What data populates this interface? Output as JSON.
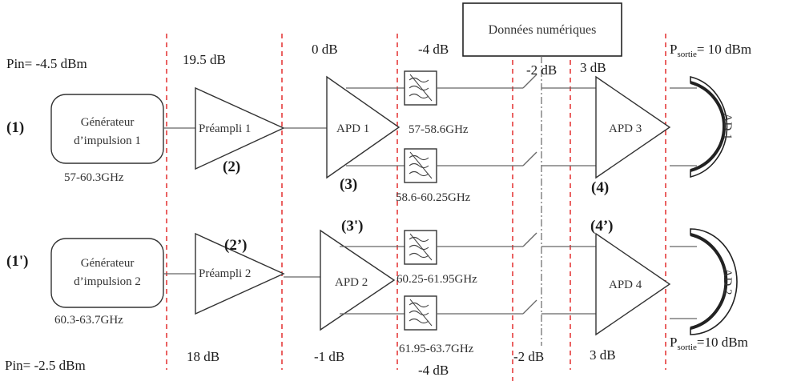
{
  "gains": {
    "pin1": "Pin= -4.5 dBm",
    "pin2": "Pin= -2.5 dBm",
    "pre1": "19.5 dB",
    "pre2": "18 dB",
    "apd1": "0 dB",
    "apd2": "-1 dB",
    "filt_top": "-4 dB",
    "filt_bot": "-4 dB",
    "sw_top": "-2 dB",
    "sw_bot": "-2 dB",
    "apd3": "3 dB",
    "apd4": "3 dB",
    "psortie1_main": "P",
    "psortie1_sub": "sortie",
    "psortie1_val": "= 10 dBm",
    "psortie2_main": "P",
    "psortie2_sub": "sortie",
    "psortie2_val": "=10 dBm"
  },
  "digital": {
    "label": "Données numériques"
  },
  "points": [
    "(1)",
    "(2)",
    "(3)",
    "(4)",
    "(1')",
    "(2’)",
    "(3')",
    "(4’)"
  ],
  "gen1": {
    "line1": "Générateur",
    "line2": "d’impulsion 1",
    "band": "57-60.3GHz"
  },
  "gen2": {
    "line1": "Générateur",
    "line2": "d’impulsion 2",
    "band": "60.3-63.7GHz"
  },
  "preamp1": "Préampli 1",
  "preamp2": "Préampli 2",
  "apds": [
    "APD 1",
    "APD 2",
    "APD 3",
    "APD 4"
  ],
  "filters": [
    "57-58.6GHz",
    "58.6-60.25GHz",
    "60.25-61.95GHz",
    "61.95-63.7GHz"
  ],
  "antennas": [
    "AD 1",
    "AD 2"
  ]
}
